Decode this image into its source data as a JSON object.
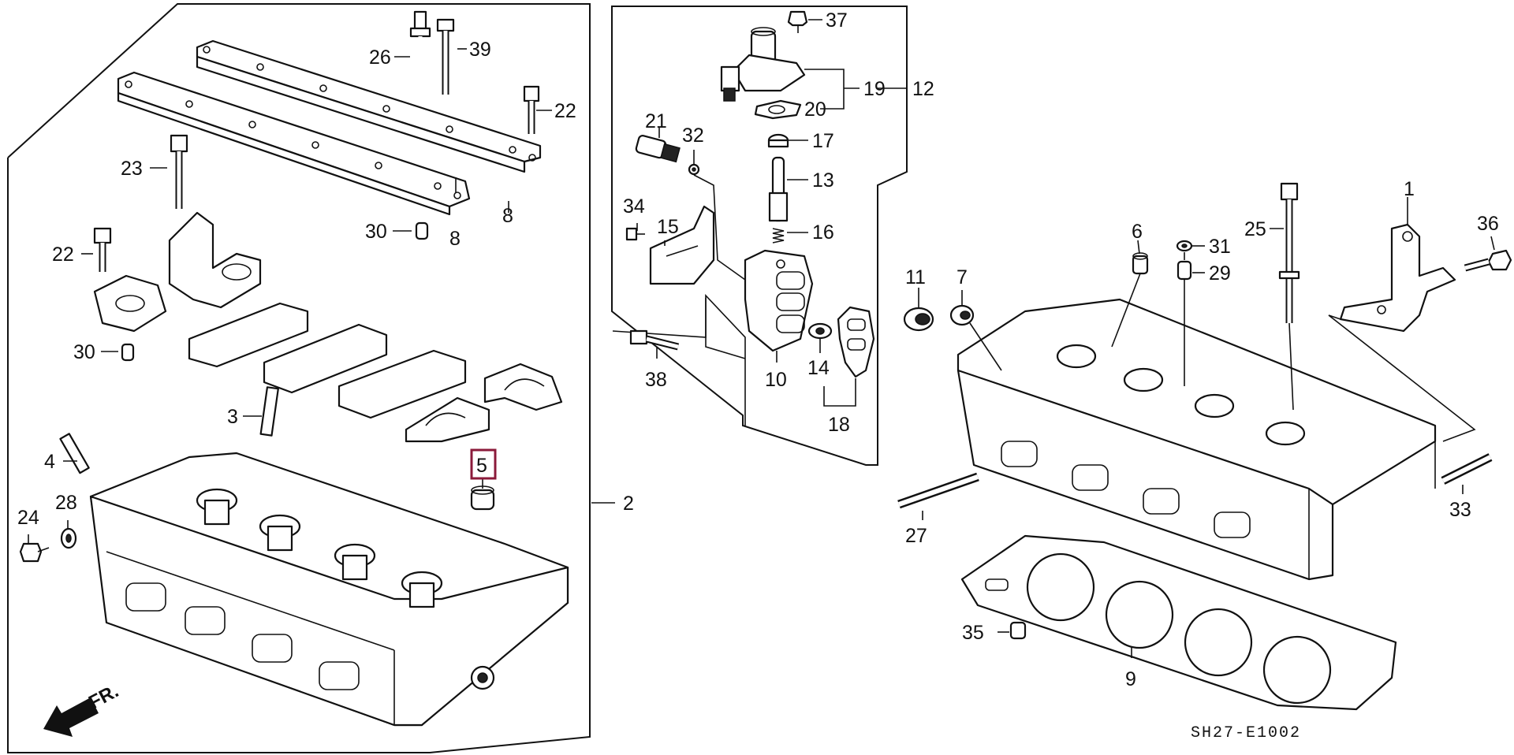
{
  "diagram_code": "SH27-E1002",
  "direction_label": "FR.",
  "highlight_color": "#8b1a3a",
  "highlighted_part": "5",
  "parts": [
    {
      "num": "1"
    },
    {
      "num": "2"
    },
    {
      "num": "3"
    },
    {
      "num": "4"
    },
    {
      "num": "5"
    },
    {
      "num": "6"
    },
    {
      "num": "7"
    },
    {
      "num": "8"
    },
    {
      "num": "8"
    },
    {
      "num": "9"
    },
    {
      "num": "10"
    },
    {
      "num": "11"
    },
    {
      "num": "12"
    },
    {
      "num": "13"
    },
    {
      "num": "14"
    },
    {
      "num": "15"
    },
    {
      "num": "16"
    },
    {
      "num": "17"
    },
    {
      "num": "18"
    },
    {
      "num": "19"
    },
    {
      "num": "20"
    },
    {
      "num": "21"
    },
    {
      "num": "22"
    },
    {
      "num": "22"
    },
    {
      "num": "23"
    },
    {
      "num": "24"
    },
    {
      "num": "25"
    },
    {
      "num": "26"
    },
    {
      "num": "27"
    },
    {
      "num": "28"
    },
    {
      "num": "29"
    },
    {
      "num": "30"
    },
    {
      "num": "30"
    },
    {
      "num": "31"
    },
    {
      "num": "32"
    },
    {
      "num": "33"
    },
    {
      "num": "34"
    },
    {
      "num": "35"
    },
    {
      "num": "36"
    },
    {
      "num": "37"
    },
    {
      "num": "38"
    },
    {
      "num": "39"
    }
  ]
}
